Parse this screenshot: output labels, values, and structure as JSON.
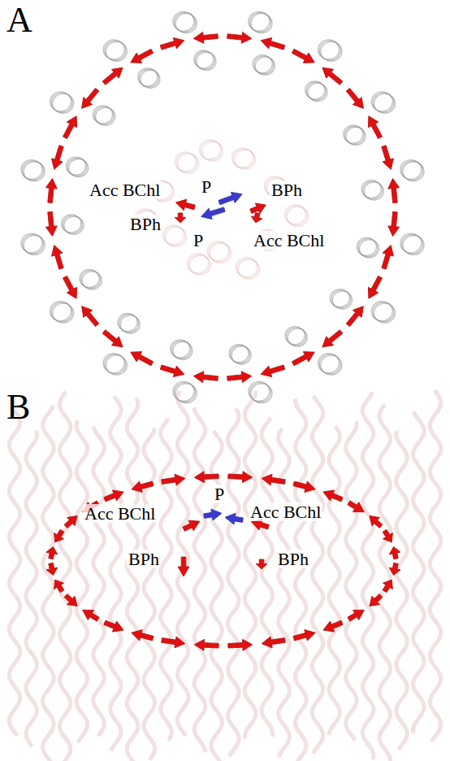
{
  "diagram": {
    "labels": [
      "A",
      "Acc BChl",
      "P",
      "BPh",
      "BPh",
      "P",
      "Acc BChl",
      "B",
      "P",
      "Acc BChl",
      "Acc BChl",
      "BPh",
      "BPh"
    ]
  }
}
